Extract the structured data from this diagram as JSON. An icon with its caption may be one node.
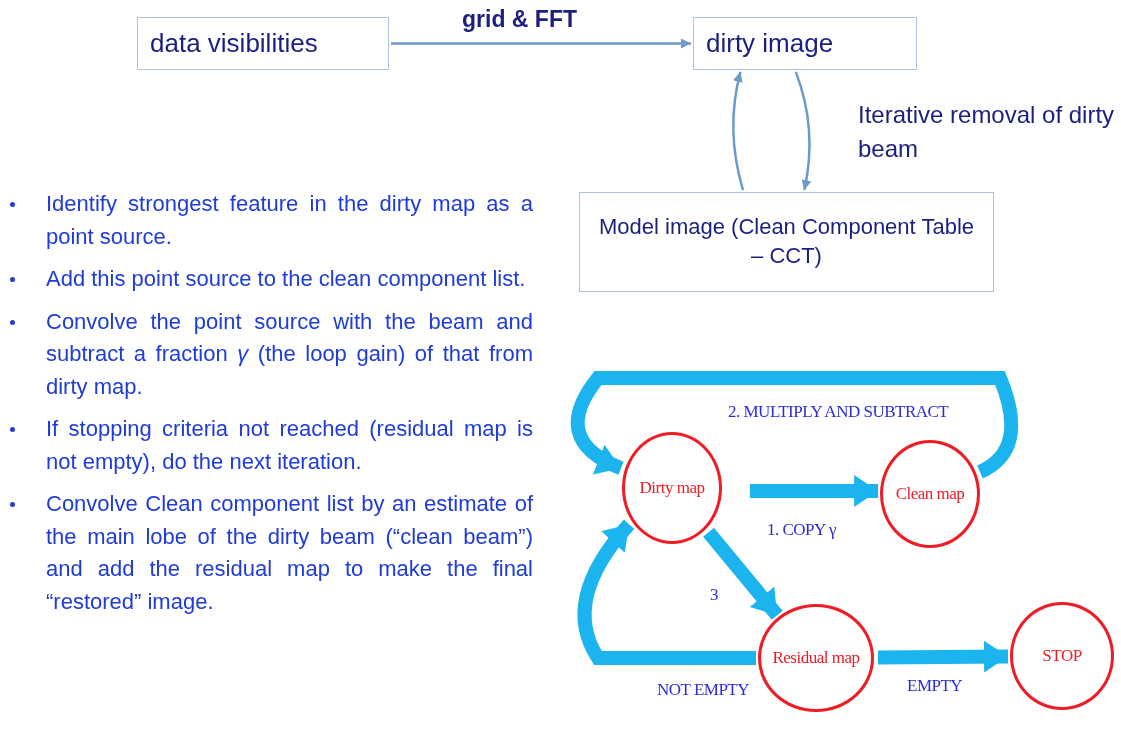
{
  "diagram": {
    "nodes": [
      {
        "text": [
          "data visibilities"
        ]
      },
      {
        "text": [
          "dirty image"
        ]
      },
      {
        "text": [
          "Model image (Clean Component Table – CCT)"
        ]
      },
      {
        "text": [
          "Dirty map"
        ]
      },
      {
        "text": [
          "Clean map"
        ]
      },
      {
        "text": [
          "Residual map"
        ]
      },
      {
        "text": [
          "STOP"
        ]
      }
    ],
    "edges": [
      {
        "from": 0,
        "to": 1,
        "arrow": "to",
        "label": "grid & FFT",
        "color": "#6a9bcb"
      },
      {
        "from": 2,
        "to": 1,
        "arrow": "to",
        "color": "#6a9bcb"
      },
      {
        "from": 1,
        "to": 2,
        "arrow": "to",
        "color": "#6a9bcb"
      },
      {
        "from": 3,
        "to": 4,
        "arrow": "to",
        "label": "1. COPY γ"
      },
      {
        "from": 4,
        "to": 3,
        "arrow": "to",
        "label": "2. MULTIPLY AND SUBTRACT"
      },
      {
        "from": 3,
        "to": 5,
        "arrow": "to",
        "label": "3"
      },
      {
        "from": 5,
        "to": 6,
        "arrow": "to",
        "label": "EMPTY"
      },
      {
        "from": 5,
        "to": 3,
        "arrow": "to",
        "label": "NOT EMPTY"
      }
    ],
    "labels": [
      "Iterative removal of dirty beam",
      "Identify strongest feature in the dirty map as a point source.",
      "Add this point source to the clean component list.",
      "Convolve the point source with the beam and subtract a fraction *γ* (the loop gain) of that from dirty map.",
      "If stopping criteria not reached (residual map is not empty), do the next iteration.",
      "Convolve Clean component list by an estimate of the main lobe of the dirty beam (“clean beam”) and add the residual map to make the final “restored” image."
    ]
  }
}
